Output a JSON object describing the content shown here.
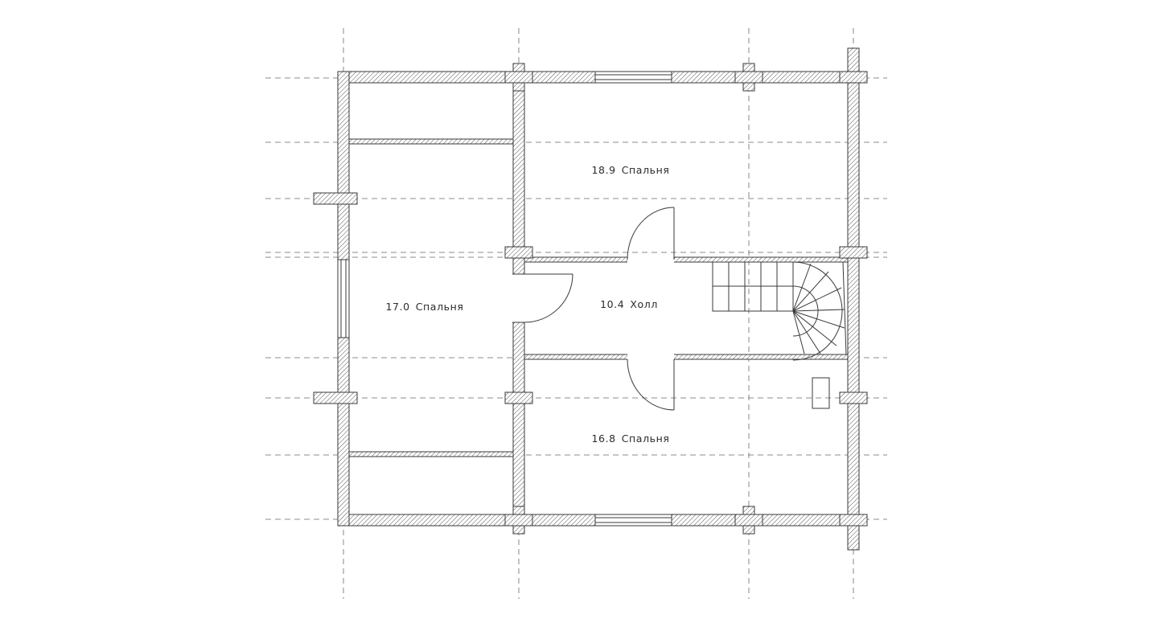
{
  "plan": {
    "rooms": [
      {
        "area": "18.9",
        "name": "Спальня"
      },
      {
        "area": "17.0",
        "name": "Спальня"
      },
      {
        "area": "10.4",
        "name": "Холл"
      },
      {
        "area": "16.8",
        "name": "Спальня"
      }
    ],
    "colors": {
      "line": "#3a3a3a",
      "hatch": "#555555",
      "axis": "#6a6a6a",
      "background": "#ffffff"
    }
  }
}
